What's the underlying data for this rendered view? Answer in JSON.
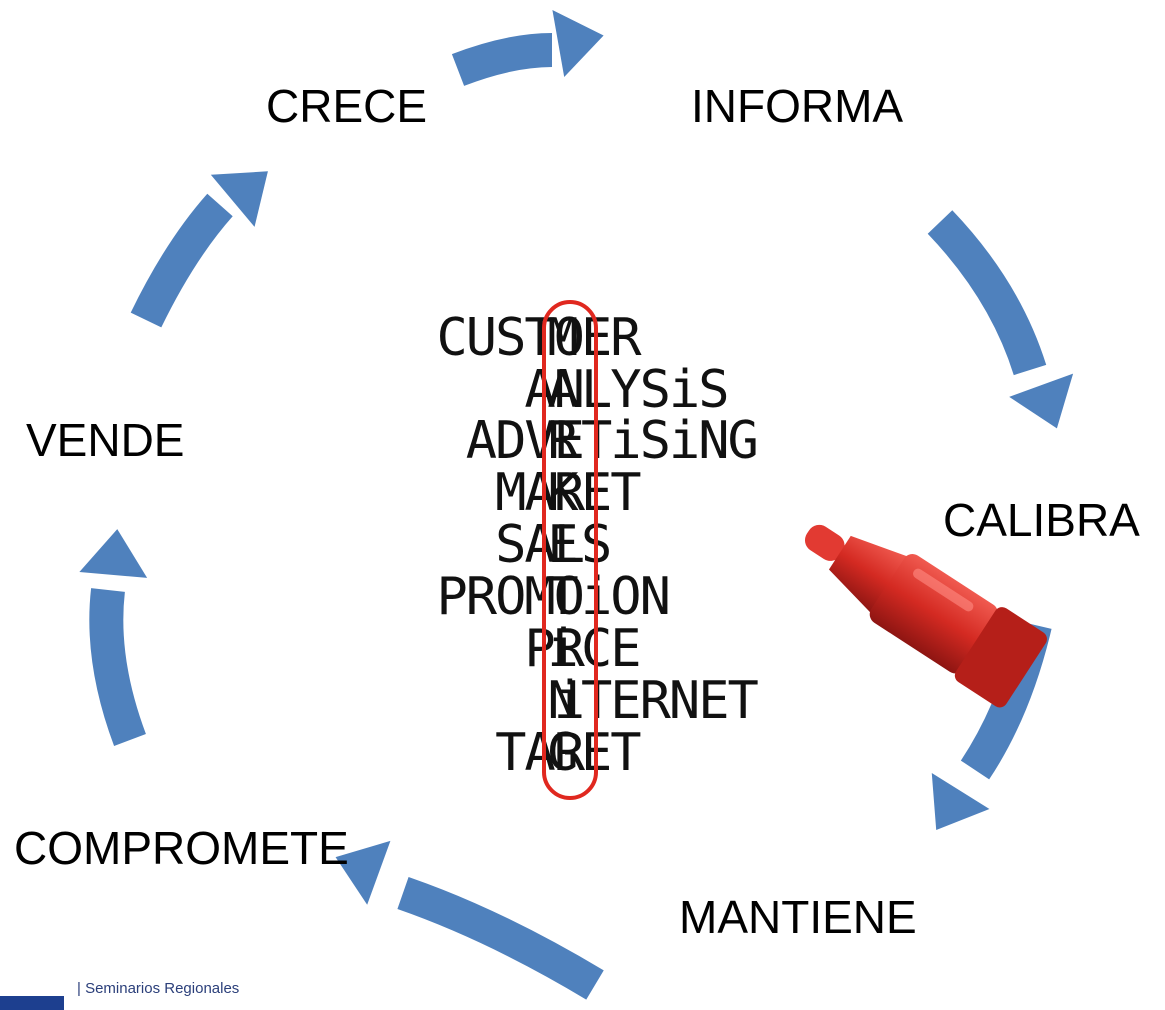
{
  "cycle": {
    "stages": [
      "CRECE",
      "INFORMA",
      "CALIBRA",
      "MANTIENE",
      "COMPROMETE",
      "VENDE"
    ],
    "arrow_color": "#4f81bd"
  },
  "wordlist": {
    "highlight_color": "#e0281f",
    "rows": [
      {
        "pre": "CUSTO",
        "key": "M",
        "post": "ER"
      },
      {
        "pre": "AN",
        "key": "A",
        "post": "LYSiS"
      },
      {
        "pre": "ADVE",
        "key": "R",
        "post": "TiSiNG"
      },
      {
        "pre": "MAR",
        "key": "K",
        "post": "ET"
      },
      {
        "pre": "SAL",
        "key": "E",
        "post": "S"
      },
      {
        "pre": "PROMO",
        "key": "T",
        "post": "iON"
      },
      {
        "pre": "PR",
        "key": "i",
        "post": "CE"
      },
      {
        "pre": "i",
        "key": "N",
        "post": "TERNET"
      },
      {
        "pre": "TAR",
        "key": "G",
        "post": "ET"
      }
    ]
  },
  "marker": {
    "color": "#d42a22"
  },
  "footer": {
    "text": "| Seminarios Regionales",
    "bar_color": "#1d3f8f"
  }
}
